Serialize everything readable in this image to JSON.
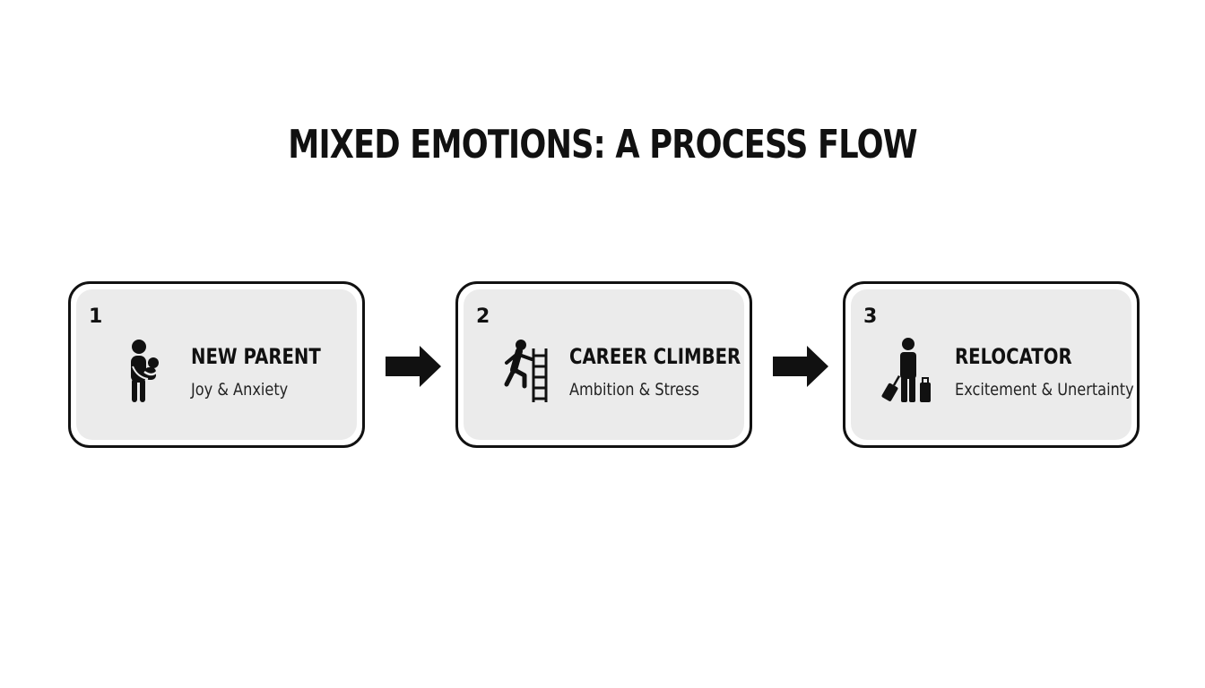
{
  "title": "MIXED EMOTIONS: A PROCESS FLOW",
  "steps": [
    {
      "number": "1",
      "label": "NEW PARENT",
      "emotions": "Joy & Anxiety",
      "icon": "parent-holding-baby-icon"
    },
    {
      "number": "2",
      "label": "CAREER CLIMBER",
      "emotions": "Ambition & Stress",
      "icon": "person-climbing-ladder-icon"
    },
    {
      "number": "3",
      "label": "RELOCATOR",
      "emotions": "Excitement & Unertainty",
      "icon": "traveler-with-luggage-icon"
    }
  ],
  "colors": {
    "stroke": "#111111",
    "card_fill": "#ebebeb",
    "background": "#ffffff"
  }
}
